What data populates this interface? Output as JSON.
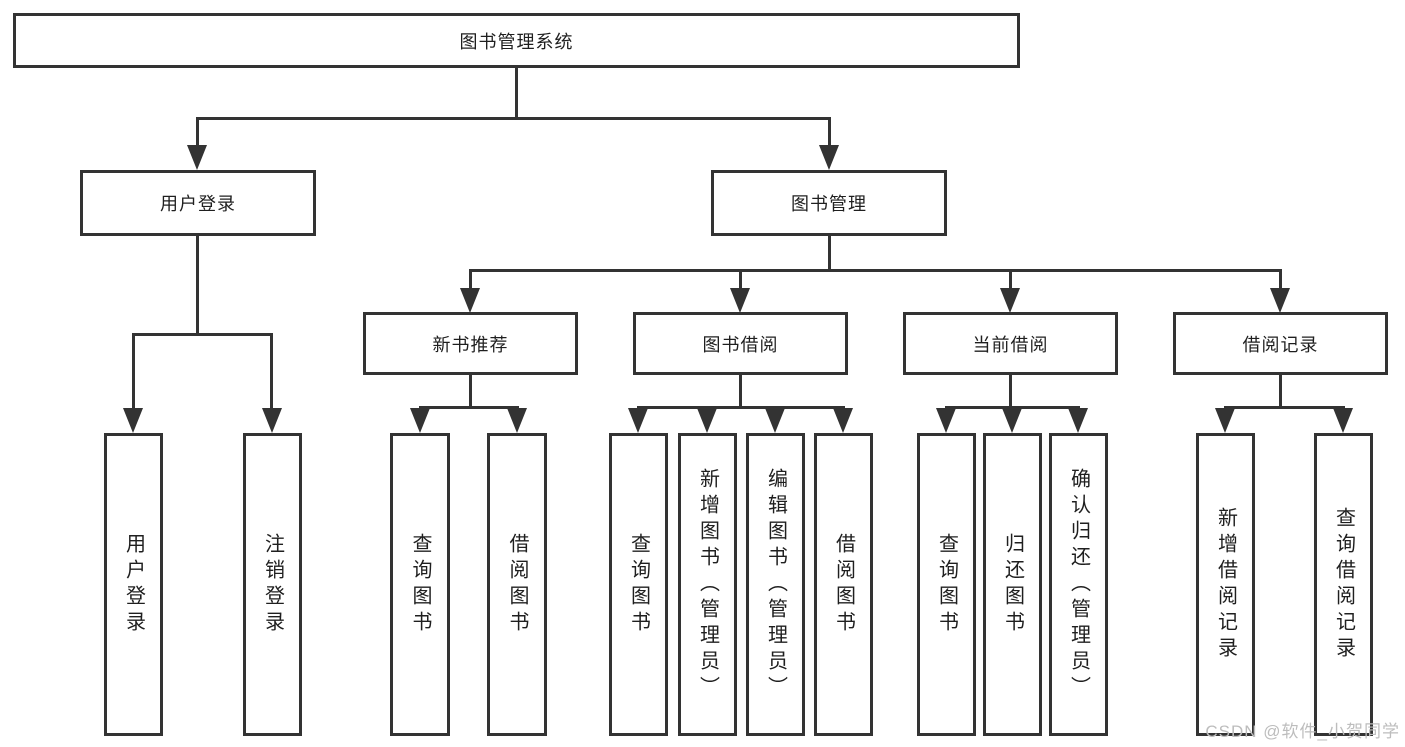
{
  "diagram": {
    "root": {
      "label": "图书管理系统"
    },
    "branches": [
      {
        "label": "用户登录",
        "children": [
          "用户登录",
          "注销登录"
        ]
      },
      {
        "label": "图书管理",
        "sub": [
          {
            "label": "新书推荐",
            "children": [
              "查询图书",
              "借阅图书"
            ]
          },
          {
            "label": "图书借阅",
            "children": [
              "查询图书",
              "新增图书（管理员）",
              "编辑图书（管理员）",
              "借阅图书"
            ]
          },
          {
            "label": "当前借阅",
            "children": [
              "查询图书",
              "归还图书",
              "确认归还（管理员）"
            ]
          },
          {
            "label": "借阅记录",
            "children": [
              "新增借阅记录",
              "查询借阅记录"
            ]
          }
        ]
      }
    ]
  },
  "watermark": "CSDN @软件_小贺同学",
  "colors": {
    "line": "#333333",
    "text": "#1f1f1f",
    "watermark": "#bdbdbd",
    "background": "#ffffff"
  }
}
